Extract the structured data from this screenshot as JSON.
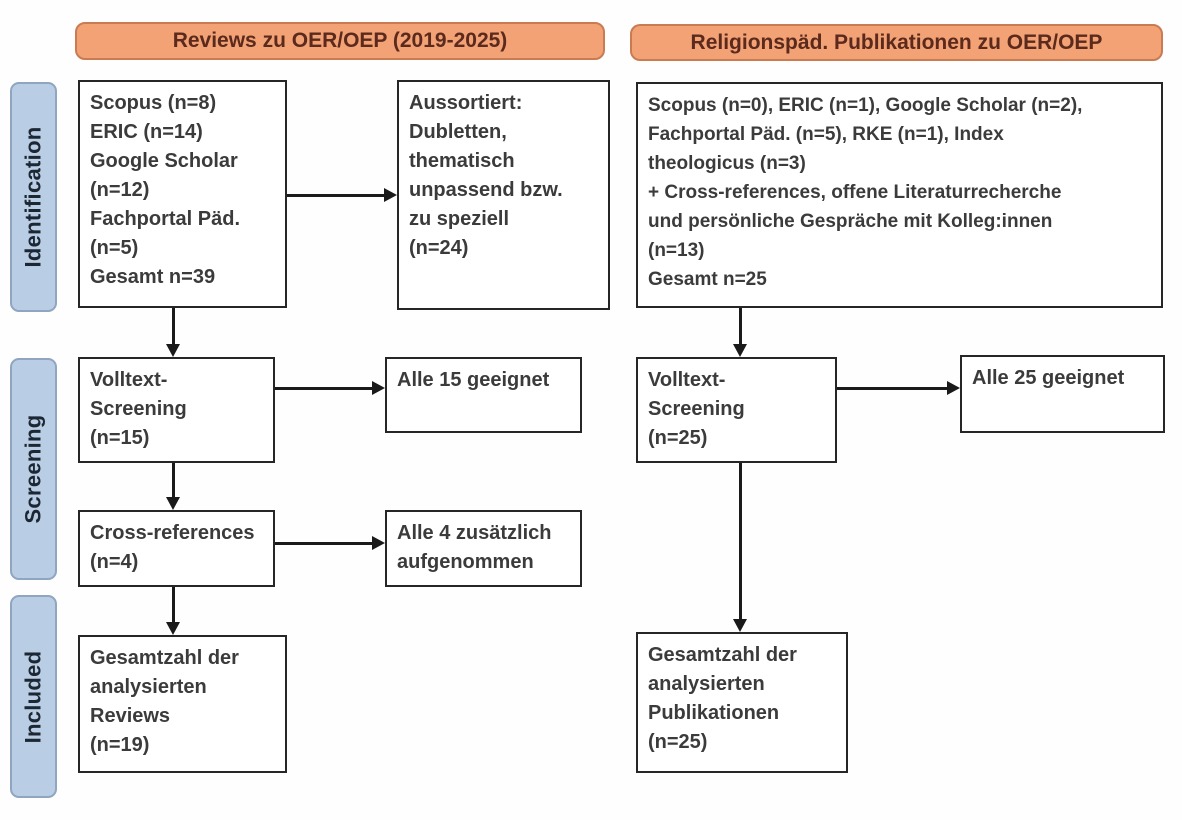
{
  "headers": {
    "left": "Reviews zu OER/OEP (2019-2025)",
    "right": "Religionspäd. Publikationen zu OER/OEP"
  },
  "stages": {
    "identification": "Identification",
    "screening": "Screening",
    "included": "Included"
  },
  "left_column": {
    "sources": "Scopus (n=8)\nERIC (n=14)\nGoogle Scholar\n(n=12)\nFachportal Päd.\n(n=5)\nGesamt n=39",
    "excluded": "Aussortiert:\nDubletten,\nthematisch\nunpassend bzw.\nzu speziell\n(n=24)",
    "fulltext_screening": "Volltext-\nScreening\n(n=15)",
    "fulltext_result": "Alle 15 geeignet",
    "cross_references": "Cross-references\n(n=4)",
    "cross_references_result": "Alle 4 zusätzlich\naufgenommen",
    "included_total": "Gesamtzahl der\nanalysierten\nReviews\n(n=19)"
  },
  "right_column": {
    "sources": "Scopus (n=0), ERIC (n=1), Google Scholar (n=2),\nFachportal Päd. (n=5), RKE (n=1), Index\ntheologicus (n=3)\n+ Cross-references, offene Literaturrecherche\nund persönliche Gespräche mit Kolleg:innen\n(n=13)\nGesamt n=25",
    "fulltext_screening": "Volltext-\nScreening\n(n=25)",
    "fulltext_result": "Alle 25 geeignet",
    "included_total": "Gesamtzahl der\nanalysierten\nPublikationen\n(n=25)"
  },
  "colors": {
    "header_fill": "#F2A274",
    "header_border": "#C97B52",
    "header_text": "#5B2A1D",
    "stage_fill": "#B9CDE5",
    "stage_border": "#8FA5C0",
    "stage_text": "#1C2733",
    "box_background": "#FFFFFF",
    "box_border": "#262626",
    "box_text": "#3B3B3B",
    "arrow": "#1A1A1A"
  }
}
